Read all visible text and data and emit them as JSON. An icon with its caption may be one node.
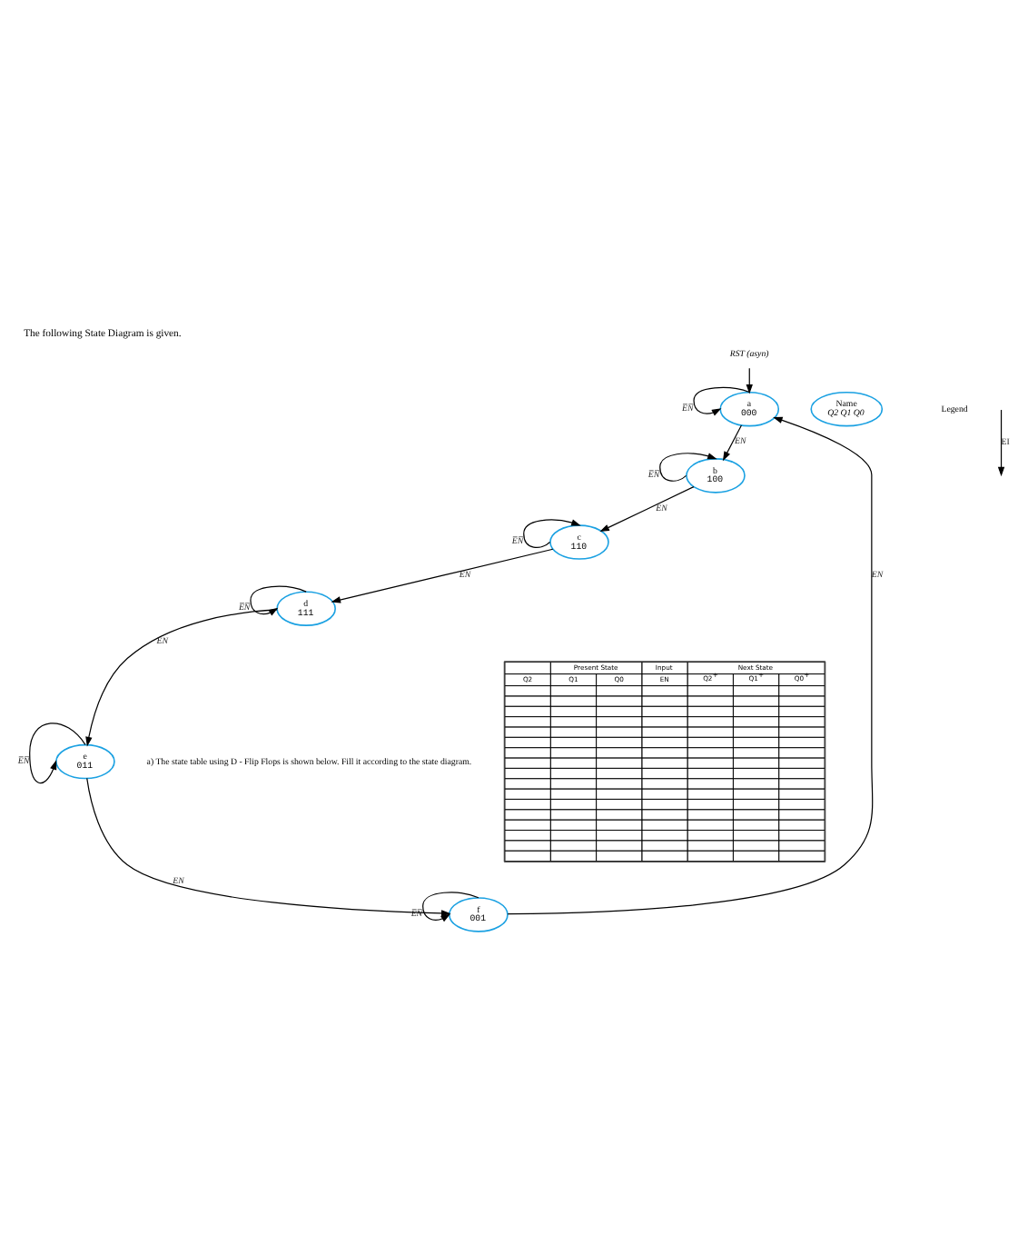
{
  "diagram": {
    "title": "The following State Diagram is given.",
    "nodes": [
      {
        "text": [
          "RST (asyn)"
        ]
      },
      {
        "text": [
          "a",
          "000"
        ]
      },
      {
        "text": [
          "Name",
          "Q2 Q1 Q0"
        ]
      },
      {
        "text": [
          "f",
          "001"
        ]
      },
      {
        "text": [
          "b",
          "100"
        ]
      },
      {
        "text": [
          "e",
          "011"
        ]
      },
      {
        "text": [
          "c",
          "110"
        ]
      },
      {
        "text": [
          "d",
          "111"
        ]
      }
    ],
    "edges": [
      {
        "from": 0,
        "to": 1,
        "arrow": "to"
      },
      {
        "from": 1,
        "to": 1,
        "arrow": "to",
        "label": "E̅N̅"
      },
      {
        "from": 1,
        "to": 4,
        "arrow": "to",
        "label": "EN"
      },
      {
        "from": 4,
        "to": 4,
        "arrow": "to",
        "label": "E̅N̅"
      },
      {
        "from": 4,
        "to": 6,
        "arrow": "to",
        "label": "EN"
      },
      {
        "from": 6,
        "to": 6,
        "arrow": "to",
        "label": "E̅N̅"
      },
      {
        "from": 6,
        "to": 7,
        "arrow": "to",
        "label": "EN"
      },
      {
        "from": 7,
        "to": 7,
        "arrow": "to",
        "label": "E̅N̅"
      },
      {
        "from": 7,
        "to": 5,
        "arrow": "to",
        "label": "EN"
      },
      {
        "from": 5,
        "to": 5,
        "arrow": "to",
        "label": "E̅N̅"
      },
      {
        "from": 5,
        "to": 3,
        "arrow": "to",
        "label": "EN"
      },
      {
        "from": 3,
        "to": 3,
        "arrow": "to",
        "label": "E̅N̅"
      },
      {
        "from": 3,
        "to": 1,
        "arrow": "to",
        "label": "EN"
      }
    ],
    "labels": [
      "Legend",
      "a) The state table using D - Flip Flops is shown below. Fill it according to the state diagram.",
      "Present State",
      "Input",
      "Next State",
      "Q2",
      "Q1",
      "Q0",
      "EN",
      "Q2$^{+}$",
      "Q1$^{+}$",
      "Q0$^{+}$"
    ],
    "legend": [
      {
        "text": "EI"
      }
    ]
  }
}
